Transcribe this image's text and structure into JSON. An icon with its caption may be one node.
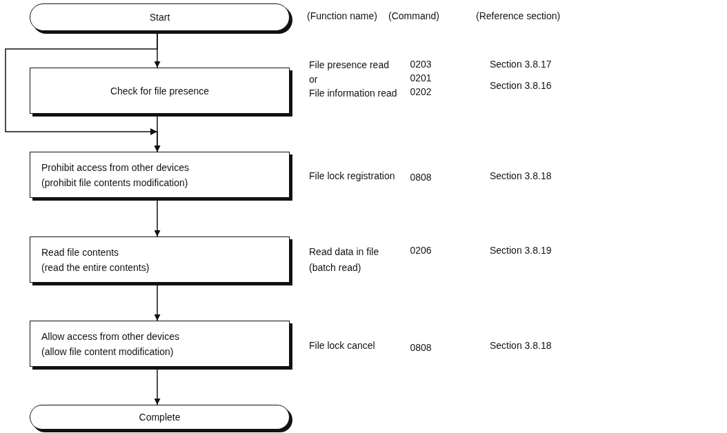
{
  "diagram": {
    "nodes": [
      {
        "text": [
          "Start"
        ]
      },
      {
        "text": [
          "Check for file presence"
        ]
      },
      {
        "text": [
          "Prohibit access from other devices",
          "(prohibit file contents modification)"
        ]
      },
      {
        "text": [
          "Read file contents",
          "(read the entire contents)"
        ]
      },
      {
        "text": [
          "Allow access from other devices",
          "(allow file content modification)"
        ]
      },
      {
        "text": [
          "Complete"
        ]
      }
    ],
    "edges": [
      {
        "from": 0,
        "to": 1,
        "arrow": "to"
      },
      {
        "from": 1,
        "to": 2,
        "arrow": "to"
      },
      {
        "from": 0,
        "to": 2,
        "arrow": "to"
      },
      {
        "from": 2,
        "to": 3,
        "arrow": "to"
      },
      {
        "from": 3,
        "to": 4,
        "arrow": "to"
      },
      {
        "from": 4,
        "to": 5,
        "arrow": "to"
      }
    ],
    "labels": [
      "(Function name)",
      "(Command)",
      "(Reference section)",
      "File presence read",
      "0203",
      "Section 3.8.17",
      "or",
      "0201",
      "Section 3.8.16",
      "File information read",
      "0202",
      "File lock registration",
      "0808",
      "Section 3.8.18",
      "Read data in file (batch read)",
      "0206",
      "Section 3.8.19",
      "File lock cancel",
      "0808",
      "Section 3.8.18"
    ]
  }
}
